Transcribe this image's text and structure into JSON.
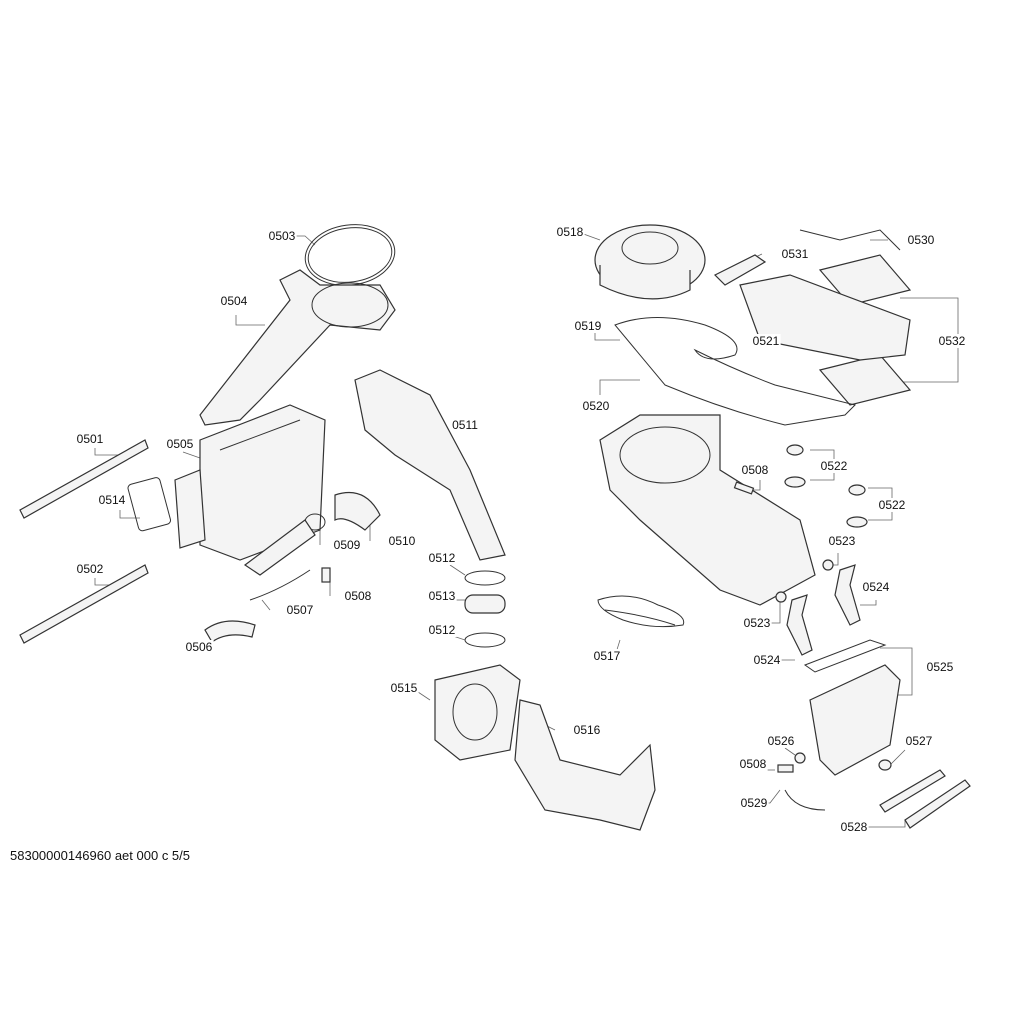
{
  "labels": [
    "0503",
    "0504",
    "0501",
    "0505",
    "0514",
    "0502",
    "0509",
    "0510",
    "0507",
    "0508",
    "0506",
    "0511",
    "0512",
    "0513",
    "0512",
    "0515",
    "0516",
    "0518",
    "0531",
    "0530",
    "0519",
    "0521",
    "0532",
    "0520",
    "0508",
    "0522",
    "0522",
    "0523",
    "0524",
    "0523",
    "0517",
    "0524",
    "0525",
    "0526",
    "0508",
    "0527",
    "0529",
    "0528"
  ],
  "footer": "58300000146960 aet 000 c 5/5"
}
